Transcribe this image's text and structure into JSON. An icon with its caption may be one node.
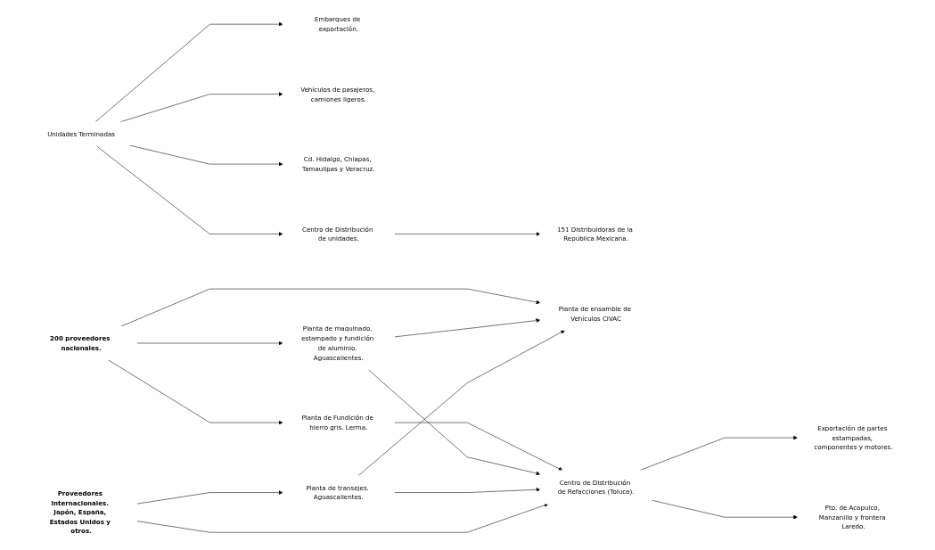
{
  "diagram": {
    "nodes": [
      {
        "text": [
          "200 proveedores nacionales."
        ]
      },
      {
        "text": [
          "Planta de ensamble de Vehículos CIVAC"
        ]
      },
      {
        "text": [
          "Planta de Fundición de hierro gris. Lerma."
        ]
      },
      {
        "text": [
          "Planta de maquinado, estampado y fundición de aluminio. Aguascalientes."
        ]
      },
      {
        "text": [
          "Unidades Terminadas"
        ]
      },
      {
        "text": [
          "Embarques de exportación."
        ]
      },
      {
        "text": [
          "Vehículos de pasajeros, camiones ligeros."
        ]
      },
      {
        "text": [
          "Cd. Hidalgo, Chiapas, Tamaulipas y Veracruz."
        ]
      },
      {
        "text": [
          "151 Distribuidoras de la República Mexicana."
        ]
      },
      {
        "text": [
          "Centro de Distribución de unidades."
        ]
      },
      {
        "text": [
          "Exportación de partes estampadas, componentes y motores."
        ]
      },
      {
        "text": [
          "Proveedores internacionales. Japón, España, Estados Unidos y otros."
        ]
      },
      {
        "text": [
          "Planta de transejes. Aguascalientes."
        ]
      },
      {
        "text": [
          "Centro de Distribución de Refacciones (Toluca)."
        ]
      },
      {
        "text": [
          "Pto. de Acapulco, Manzanillo y frontera Laredo."
        ]
      }
    ],
    "edges": [
      {
        "from": 0,
        "to": 1,
        "arrow": "to"
      },
      {
        "from": 0,
        "to": 2,
        "arrow": "to"
      },
      {
        "from": 0,
        "to": 3,
        "arrow": "to"
      },
      {
        "from": 3,
        "to": 1,
        "arrow": "to"
      },
      {
        "from": 12,
        "to": 1,
        "arrow": "to"
      },
      {
        "from": 4,
        "to": 5,
        "arrow": "to"
      },
      {
        "from": 4,
        "to": 6,
        "arrow": "to"
      },
      {
        "from": 4,
        "to": 7,
        "arrow": "to"
      },
      {
        "from": 4,
        "to": 9,
        "arrow": "to"
      },
      {
        "from": 9,
        "to": 8,
        "arrow": "to"
      },
      {
        "from": 2,
        "to": 13,
        "arrow": "to"
      },
      {
        "from": 3,
        "to": 13,
        "arrow": "to"
      },
      {
        "from": 13,
        "to": 10,
        "arrow": "to"
      },
      {
        "from": 13,
        "to": 14,
        "arrow": "to"
      },
      {
        "from": 11,
        "to": 12,
        "arrow": "to"
      },
      {
        "from": 12,
        "to": 13,
        "arrow": "to"
      },
      {
        "from": 11,
        "to": 13,
        "arrow": "to"
      }
    ]
  }
}
